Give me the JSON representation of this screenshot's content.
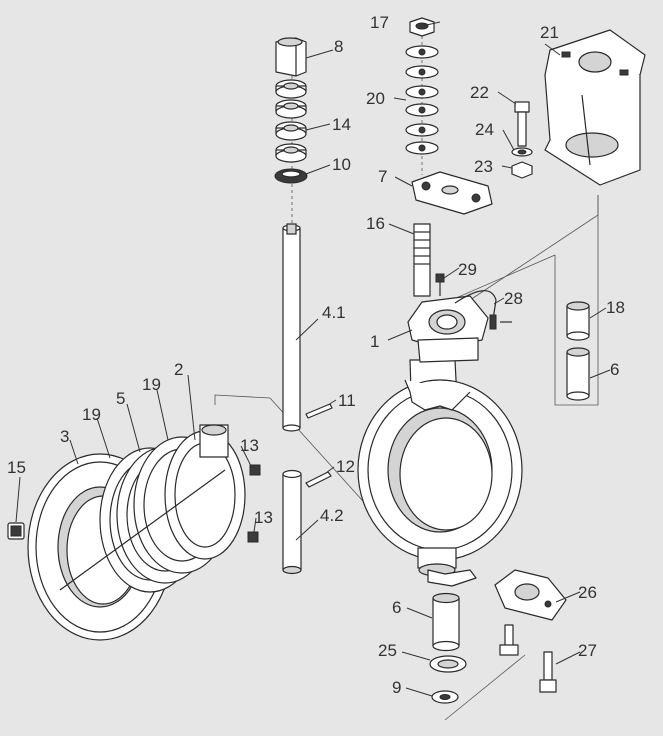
{
  "labels": {
    "p1": "1",
    "p2": "2",
    "p3": "3",
    "p4_1": "4.1",
    "p4_2": "4.2",
    "p5": "5",
    "p6a": "6",
    "p6b": "6",
    "p7": "7",
    "p8": "8",
    "p9": "9",
    "p10": "10",
    "p11": "11",
    "p12": "12",
    "p13a": "13",
    "p13b": "13",
    "p14": "14",
    "p15": "15",
    "p16": "16",
    "p17": "17",
    "p18": "18",
    "p19a": "19",
    "p19b": "19",
    "p20": "20",
    "p21": "21",
    "p22": "22",
    "p23": "23",
    "p24": "24",
    "p25": "25",
    "p26": "26",
    "p27": "27",
    "p28": "28",
    "p29": "29"
  },
  "colors": {
    "background": "#e6e6e6",
    "line": "#2a2a2a"
  }
}
